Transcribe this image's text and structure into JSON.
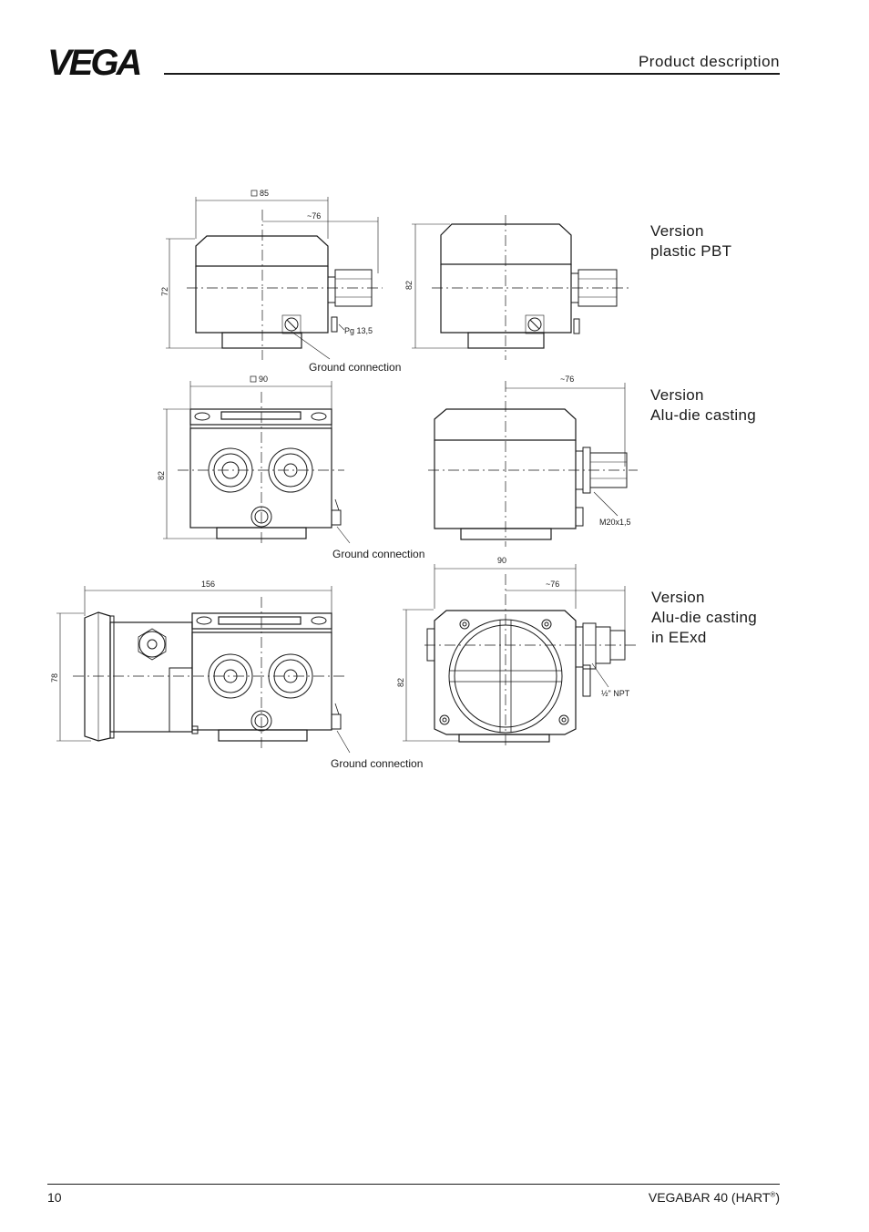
{
  "header": {
    "logo_text": "VEGA",
    "section_title": "Product description"
  },
  "versions": [
    {
      "lines": [
        "Version",
        "plastic PBT"
      ]
    },
    {
      "lines": [
        "Version",
        "Alu-die casting"
      ]
    },
    {
      "lines": [
        "Version",
        "Alu-die casting",
        "in EExd"
      ]
    }
  ],
  "drawing": {
    "ground_connection": "Ground connection",
    "dims": {
      "sq85": "85",
      "w76": "~76",
      "h72": "72",
      "h82": "82",
      "pg": "Pg 13,5",
      "sq90": "90",
      "m20": "M20x1,5",
      "w90": "90",
      "w156": "156",
      "h78": "78",
      "npt": "½\" NPT"
    }
  },
  "footer": {
    "page_number": "10",
    "doc_title": "VEGABAR 40 (HART",
    "doc_title_sup": "®",
    "doc_title_end": ")"
  }
}
